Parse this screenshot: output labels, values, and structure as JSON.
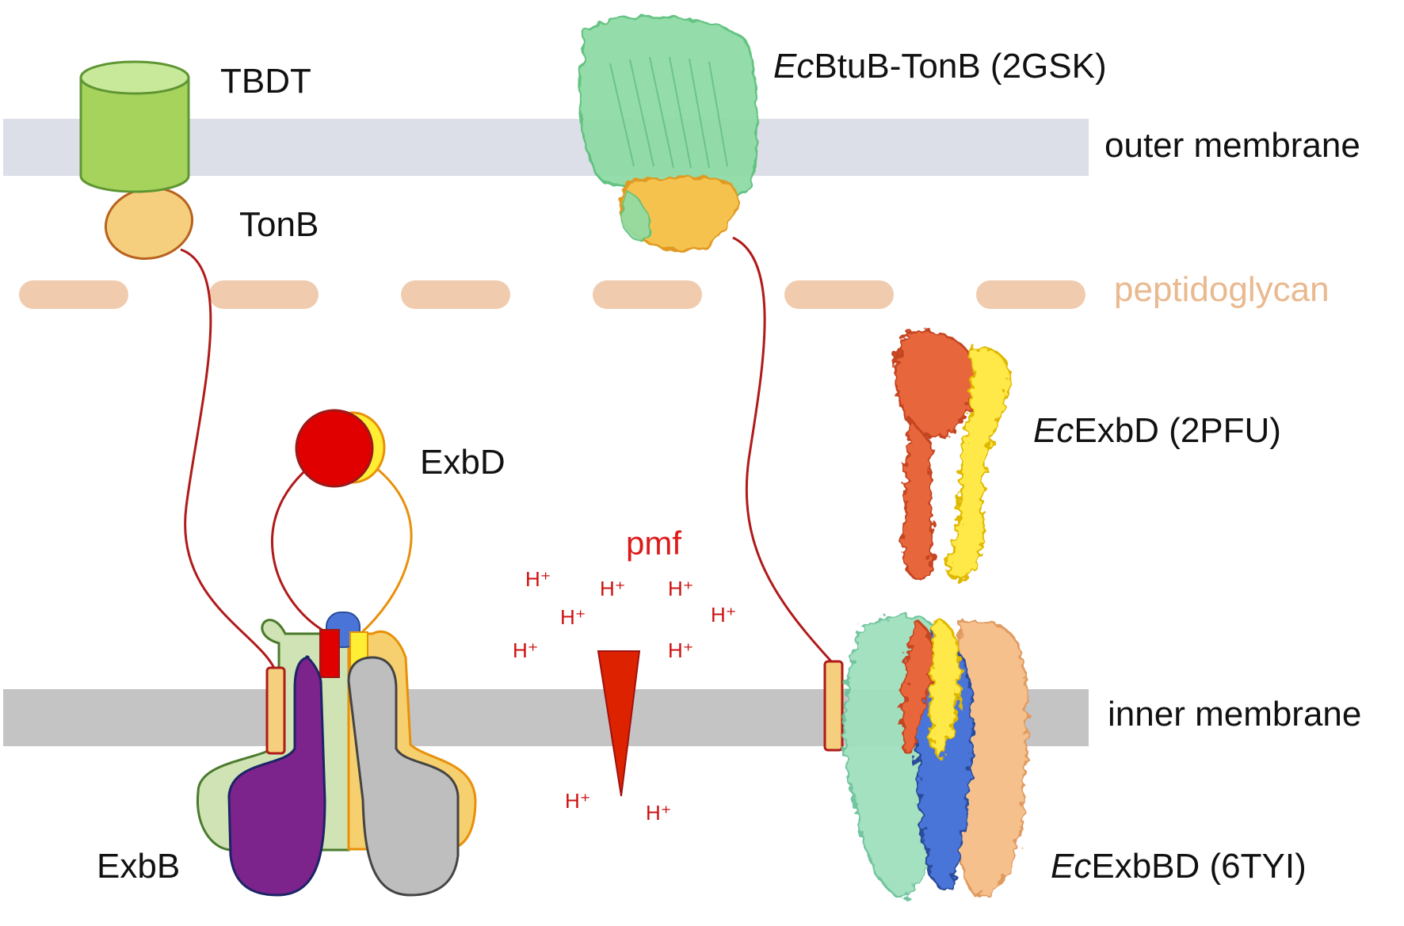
{
  "diagram": {
    "labels": {
      "tbdt": "TBDT",
      "tonb": "TonB",
      "exbd": "ExbD",
      "exbb": "ExbB",
      "pmf": "pmf",
      "outer_membrane": "outer membrane",
      "inner_membrane": "inner membrane",
      "peptidoglycan": "peptidoglycan"
    },
    "structures": {
      "btub_tonb": {
        "italic": "Ec",
        "rest": "BtuB-TonB (2GSK)"
      },
      "exbd": {
        "italic": "Ec",
        "rest": "ExbD (2PFU)"
      },
      "exbbd": {
        "italic": "Ec",
        "rest": "ExbBD (6TYI)"
      }
    },
    "protons": [
      "H⁺",
      "H⁺",
      "H⁺",
      "H⁺",
      "H⁺",
      "H⁺",
      "H⁺",
      "H⁺",
      "H⁺"
    ],
    "colors": {
      "outer_membrane": "#dcdee8",
      "inner_membrane": "#c4c4c4",
      "peptidoglycan": "#f0cbae",
      "peptidoglycan_text": "#e9b98f",
      "tonb_linker": "#b01a1a",
      "pmf": "#dd1a1a",
      "tbdt": "#a5d35c",
      "tonb": "#f6cf7e",
      "exbd_red": "#e00000",
      "exbd_yellow": "#ffee33",
      "exbb_purple": "#7c238c",
      "exbb_gray": "#bebebe",
      "exbb_green": "#cfe3b4",
      "exbb_tan": "#f6d06e",
      "struct_green": "#8fdca6",
      "struct_orange": "#e8663a",
      "struct_yellow": "#ffe94a",
      "struct_blue": "#4a74d8",
      "struct_peach": "#f5c08c"
    }
  }
}
